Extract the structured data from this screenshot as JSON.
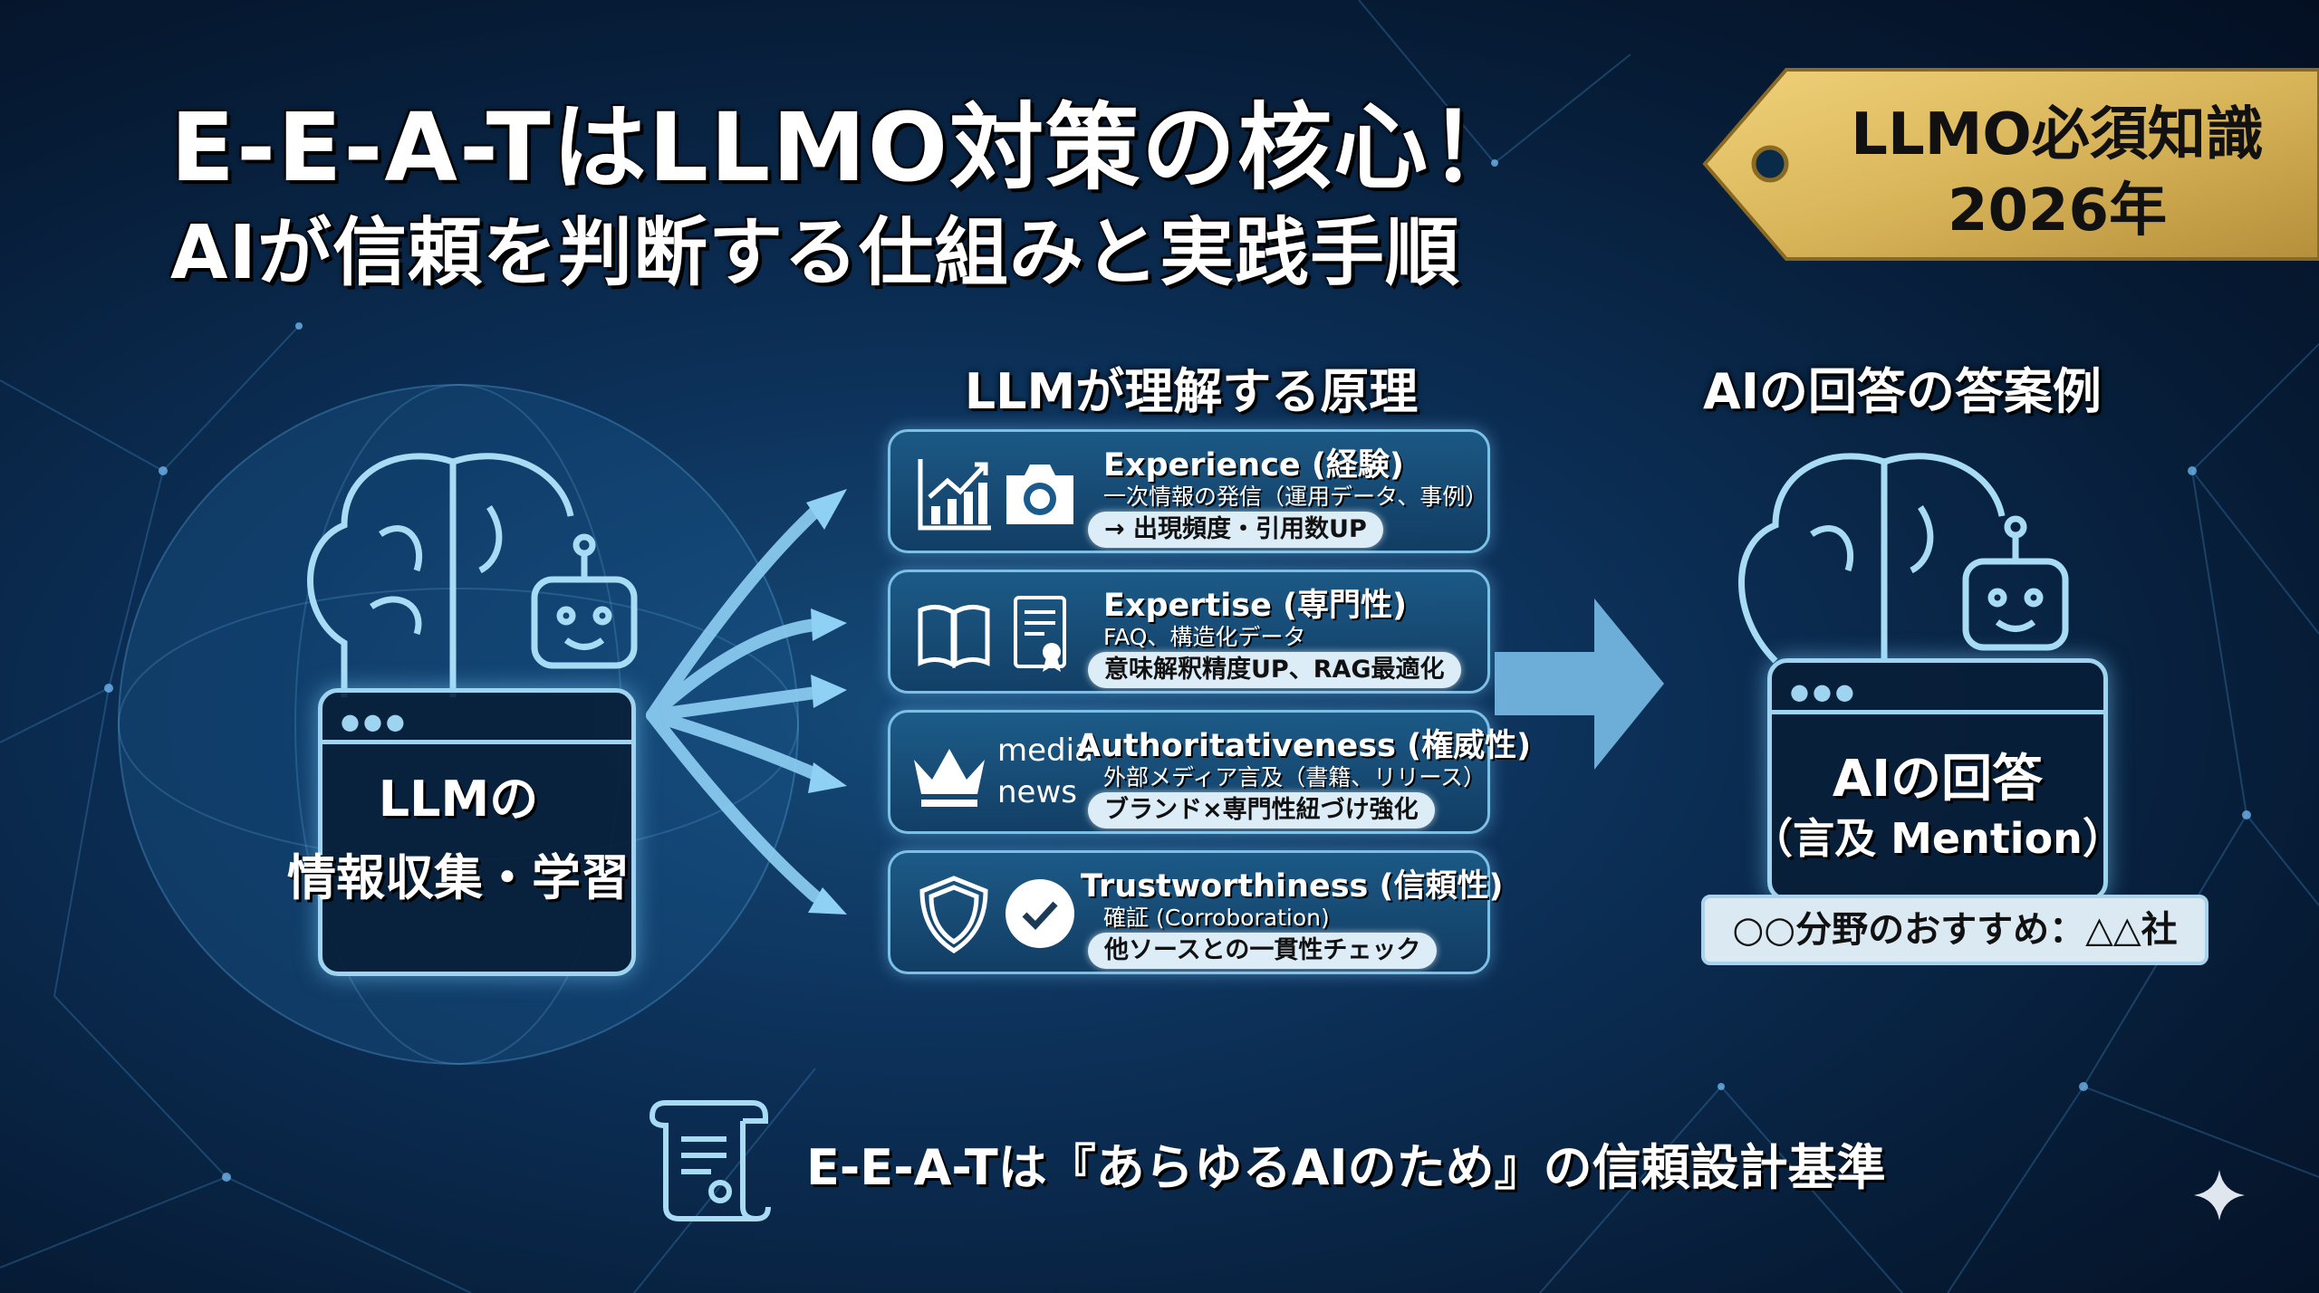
{
  "title": {
    "line1": "E-E-A-TはLLMO対策の核心！",
    "line2": "AIが信頼を判断する仕組みと実践手順"
  },
  "badge": {
    "line1": "LLMO必須知識",
    "line2": "2026年",
    "color": "#d9b55a"
  },
  "left": {
    "line1": "LLMの",
    "line2": "情報収集・学習"
  },
  "center": {
    "heading": "LLMが理解する原理",
    "cards": [
      {
        "title": "Experience (経験)",
        "sub": "一次情報の発信（運用データ、事例）",
        "pill": "→ 出現頻度・引用数UP",
        "icons": [
          "chart-growth-icon",
          "camera-icon"
        ]
      },
      {
        "title": "Expertise (専門性)",
        "sub": "FAQ、構造化データ",
        "pill": "意味解釈精度UP、RAG最適化",
        "icons": [
          "open-book-icon",
          "certificate-icon"
        ]
      },
      {
        "title": "Authoritativeness (権威性)",
        "sub": "外部メディア言及（書籍、リリース）",
        "pill": "ブランド×専門性紐づけ強化",
        "icons": [
          "crown-icon",
          "media-news-icon"
        ],
        "media_label": "media",
        "news_label": "news"
      },
      {
        "title": "Trustworthiness (信頼性)",
        "sub": "確証 (Corroboration)",
        "pill": "他ソースとの一貫性チェック",
        "icons": [
          "shield-icon",
          "check-circle-icon"
        ]
      }
    ]
  },
  "right": {
    "heading": "AIの回答の答案例",
    "answer_line1": "AIの回答",
    "answer_line2": "（言及 Mention）",
    "bubble": "○○分野のおすすめ：△△社"
  },
  "footer": {
    "text": "E-E-A-Tは『あらゆるAIのため』の信頼設計基準"
  },
  "colors": {
    "accent": "#7cc0e8",
    "background": "#0c3058",
    "pill": "#dcedf8"
  }
}
